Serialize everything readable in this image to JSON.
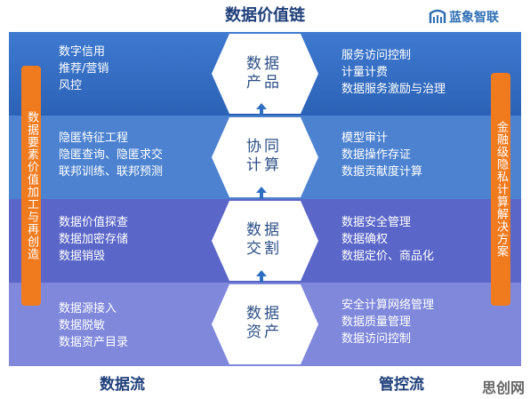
{
  "title": "数据价值链",
  "logo": {
    "text": "蓝象智联",
    "icon": "bridge-logo-icon"
  },
  "left_bar": "数据要素价值加工与再创造",
  "right_bar": "金融级隐私计算解决方案",
  "bands": [
    {
      "color": "#3a72c4",
      "left": [
        "数字信用",
        "推荐/营销",
        "风控"
      ],
      "hex": [
        "数据",
        "产品"
      ],
      "right": [
        "服务访问控制",
        "计量计费",
        "数据服务激励与治理"
      ]
    },
    {
      "color": "#4d7fcc",
      "left": [
        "隐匿特征工程",
        "隐匿查询、隐匿求交",
        "联邦训练、联邦预测"
      ],
      "hex": [
        "协同",
        "计算"
      ],
      "right": [
        "模型审计",
        "数据操作存证",
        "数据贡献度计算"
      ]
    },
    {
      "color": "#5b6ac9",
      "left": [
        "数据价值探查",
        "数据加密存储",
        "数据销毁"
      ],
      "hex": [
        "数据",
        "交割"
      ],
      "right": [
        "数据安全管理",
        "数据确权",
        "数据定价、商品化"
      ]
    },
    {
      "color": "#7e88dc",
      "left": [
        "数据源接入",
        "数据脱敏",
        "数据资产目录"
      ],
      "hex": [
        "数据",
        "资产"
      ],
      "right": [
        "安全计算网络管理",
        "数据质量管理",
        "数据访问控制"
      ]
    }
  ],
  "footer": {
    "left": "数据流",
    "right": "管控流"
  },
  "corner_watermark": "思创网"
}
